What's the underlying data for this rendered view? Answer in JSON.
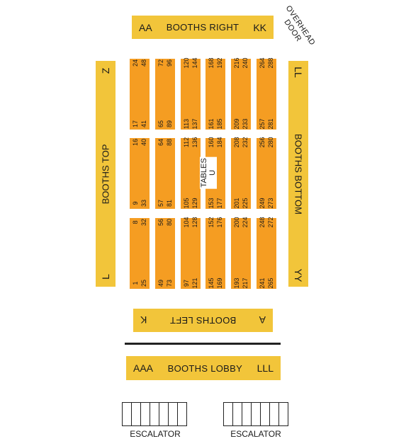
{
  "colors": {
    "booth_band": "#f2c53a",
    "table": "#f59d22",
    "background": "#ffffff"
  },
  "overhead_door": {
    "line1": "OVERHEAD",
    "line2": "DOOR"
  },
  "booths_right": {
    "start": "AA",
    "label": "BOOTHS RIGHT",
    "end": "KK"
  },
  "booths_top": {
    "label": "BOOTHS TOP",
    "top": "Z",
    "bottom": "L"
  },
  "booths_bottom": {
    "label": "BOOTHS BOTTOM",
    "top": "LL",
    "bottom": "YY"
  },
  "booths_left": {
    "start": "K",
    "label": "BOOTHS LEFT",
    "end": "A"
  },
  "booths_lobby": {
    "start": "AAA",
    "label": "BOOTHS LOBBY",
    "end": "LLL"
  },
  "tables_label": {
    "line1": "TABLES",
    "line2": "U"
  },
  "table_columns": [
    {
      "blocks": [
        {
          "a": "24",
          "b": "48",
          "c": "17",
          "d": "41"
        },
        {
          "a": "16",
          "b": "40",
          "c": "9",
          "d": "33"
        },
        {
          "a": "8",
          "b": "32",
          "c": "1",
          "d": "25"
        }
      ]
    },
    {
      "blocks": [
        {
          "a": "72",
          "b": "96",
          "c": "65",
          "d": "89"
        },
        {
          "a": "64",
          "b": "88",
          "c": "57",
          "d": "81"
        },
        {
          "a": "56",
          "b": "80",
          "c": "49",
          "d": "73"
        }
      ]
    },
    {
      "blocks": [
        {
          "a": "120",
          "b": "144",
          "c": "113",
          "d": "137"
        },
        {
          "a": "112",
          "b": "136",
          "c": "105",
          "d": "129"
        },
        {
          "a": "104",
          "b": "128",
          "c": "97",
          "d": "121"
        }
      ]
    },
    {
      "blocks": [
        {
          "a": "168",
          "b": "192",
          "c": "161",
          "d": "185"
        },
        {
          "a": "160",
          "b": "184",
          "c": "153",
          "d": "177"
        },
        {
          "a": "152",
          "b": "176",
          "c": "145",
          "d": "169"
        }
      ]
    },
    {
      "blocks": [
        {
          "a": "216",
          "b": "240",
          "c": "209",
          "d": "233"
        },
        {
          "a": "208",
          "b": "232",
          "c": "201",
          "d": "225"
        },
        {
          "a": "200",
          "b": "224",
          "c": "193",
          "d": "217"
        }
      ]
    },
    {
      "blocks": [
        {
          "a": "264",
          "b": "288",
          "c": "257",
          "d": "281"
        },
        {
          "a": "256",
          "b": "280",
          "c": "249",
          "d": "273"
        },
        {
          "a": "248",
          "b": "272",
          "c": "241",
          "d": "265"
        }
      ]
    }
  ],
  "escalators": [
    {
      "label": "ESCALATOR"
    },
    {
      "label": "ESCALATOR"
    }
  ]
}
